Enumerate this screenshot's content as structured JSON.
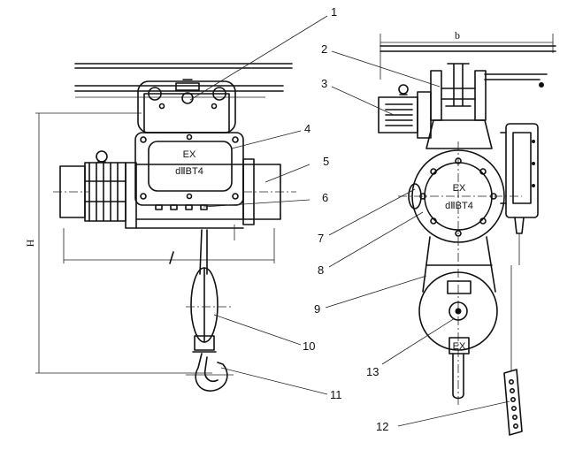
{
  "left_view": {
    "plate_line1": "EX",
    "plate_line2": "dⅡBT4",
    "height_label": "H"
  },
  "right_view": {
    "plate_line1": "EX",
    "plate_line2": "dⅡBT4",
    "width_label": "b",
    "hook_block_mark": "EX"
  },
  "callouts": [
    "1",
    "2",
    "3",
    "4",
    "5",
    "6",
    "7",
    "8",
    "9",
    "10",
    "11",
    "12",
    "13"
  ]
}
